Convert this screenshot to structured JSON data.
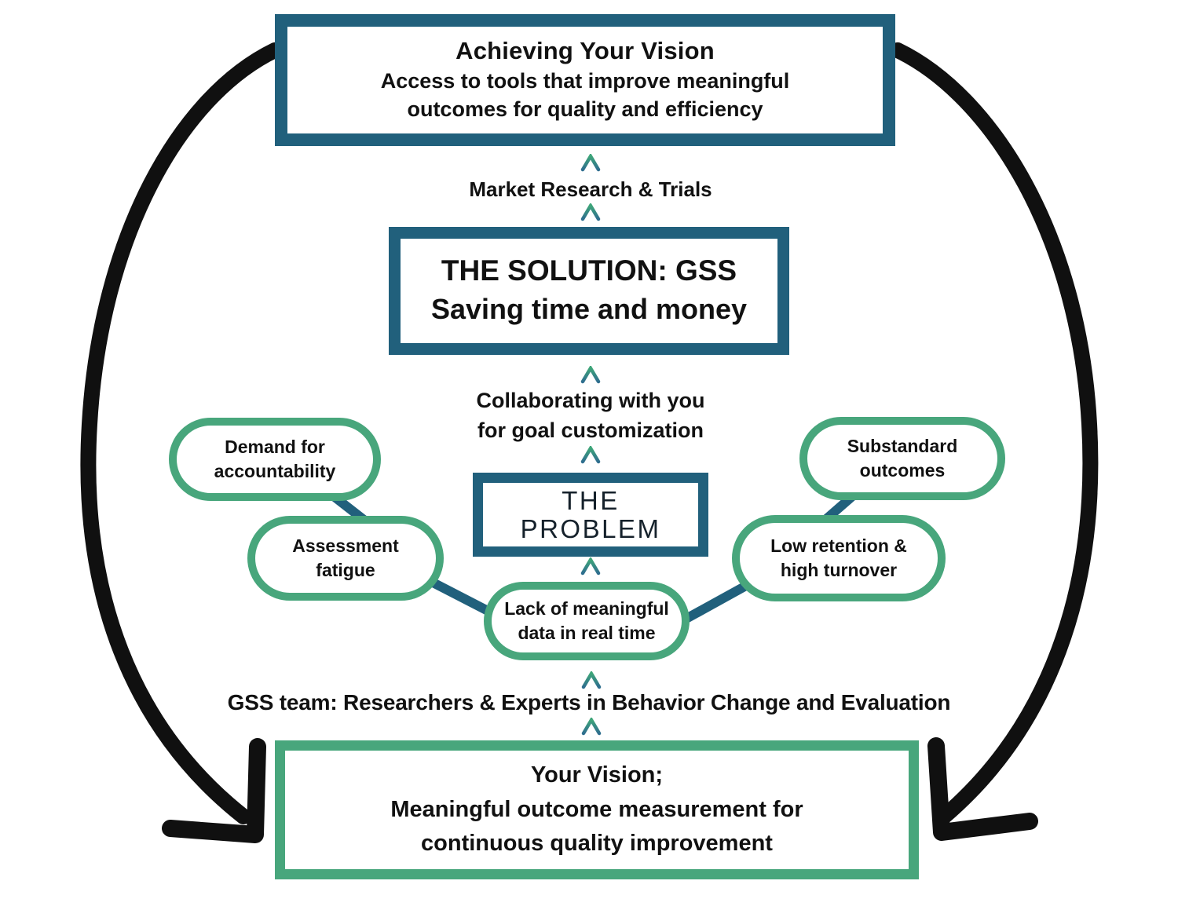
{
  "top_box": {
    "title": "Achieving Your Vision",
    "subtitle_line1": "Access to tools that improve meaningful",
    "subtitle_line2": "outcomes for quality and efficiency"
  },
  "market_research_label": "Market Research & Trials",
  "solution_box": {
    "line1": "THE SOLUTION: GSS",
    "line2": "Saving time and money"
  },
  "collaborating_label": {
    "line1": "Collaborating with you",
    "line2": "for goal customization"
  },
  "problem_box": {
    "line1": "THE",
    "line2": "PROBLEM"
  },
  "bubbles": [
    {
      "line1": "Demand for",
      "line2": "accountability"
    },
    {
      "line1": "Assessment",
      "line2": "fatigue"
    },
    {
      "line1": "Lack of meaningful",
      "line2": "data in real time"
    },
    {
      "line1": "Low retention &",
      "line2": "high turnover"
    },
    {
      "line1": "Substandard",
      "line2": "outcomes"
    }
  ],
  "gss_team_label": "GSS team: Researchers & Experts in Behavior Change and Evaluation",
  "bottom_box": {
    "line1": "Your Vision;",
    "line2": "Meaningful outcome measurement for",
    "line3": "continuous quality improvement"
  },
  "colors": {
    "teal_border": "#21607c",
    "green_border": "#48a67c",
    "arrow_black": "#101010",
    "chevron_gradient_top": "#3ea579",
    "chevron_gradient_bottom": "#2f6e8f",
    "text": "#111111"
  }
}
